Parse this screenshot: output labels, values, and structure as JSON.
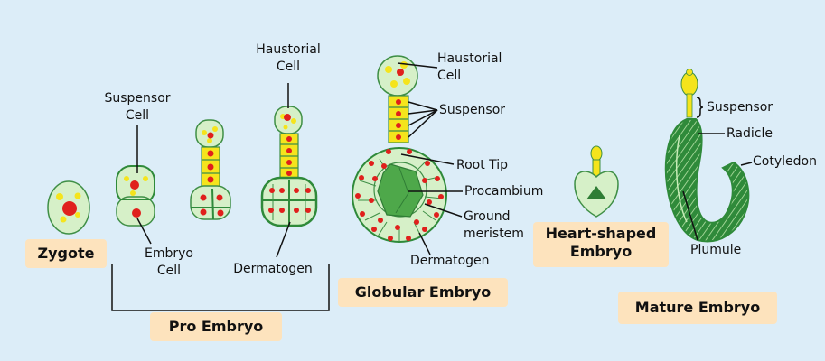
{
  "stages": {
    "zygote": "Zygote",
    "pro_embryo": "Pro Embryo",
    "globular_embryo": "Globular Embryo",
    "heart_shaped_embryo_line1": "Heart-shaped",
    "heart_shaped_embryo_line2": "Embryo",
    "mature_embryo": "Mature Embryo"
  },
  "labels": {
    "suspensor_cell_line1": "Suspensor",
    "suspensor_cell_line2": "Cell",
    "embryo_cell_line1": "Embryo",
    "embryo_cell_line2": "Cell",
    "haustorial_cell_line1": "Haustorial",
    "haustorial_cell_line2": "Cell",
    "dermatogen": "Dermatogen",
    "globular_haustorial_line1": "Haustorial",
    "globular_haustorial_line2": "Cell",
    "globular_suspensor": "Suspensor",
    "root_tip": "Root Tip",
    "procambium": "Procambium",
    "ground_meristem_line1": "Ground",
    "ground_meristem_line2": "meristem",
    "globular_dermatogen": "Dermatogen",
    "mature_suspensor": "Suspensor",
    "radicle": "Radicle",
    "cotyledon": "Cotyledon",
    "plumule": "Plumule"
  },
  "colors": {
    "background": "#dcedf8",
    "cell_fill": "#d6f0c8",
    "cell_border": "#3f8f46",
    "dark_green": "#2f8a3a",
    "yellow": "#f5e41c",
    "nucleus_red": "#e0201c",
    "badge_fill": "#fde3bd"
  }
}
